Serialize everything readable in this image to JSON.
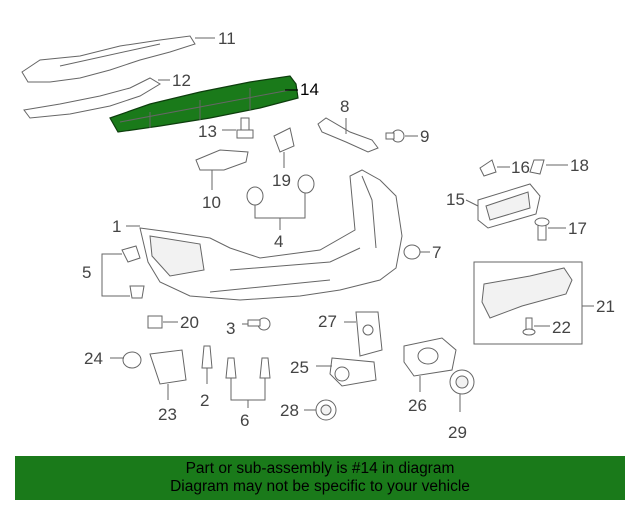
{
  "callouts": {
    "c1": "1",
    "c2": "2",
    "c3": "3",
    "c4": "4",
    "c5": "5",
    "c6": "6",
    "c7": "7",
    "c8": "8",
    "c9": "9",
    "c10": "10",
    "c11": "11",
    "c12": "12",
    "c13": "13",
    "c14": "14",
    "c15": "15",
    "c16": "16",
    "c17": "17",
    "c18": "18",
    "c19": "19",
    "c20": "20",
    "c21": "21",
    "c22": "22",
    "c23": "23",
    "c24": "24",
    "c25": "25",
    "c26": "26",
    "c27": "27",
    "c28": "28",
    "c29": "29"
  },
  "highlight_color": "#1a7a1a",
  "banner": {
    "line1": "Part or sub-assembly is #14 in diagram",
    "line2": "Diagram may not be specific to your vehicle"
  }
}
